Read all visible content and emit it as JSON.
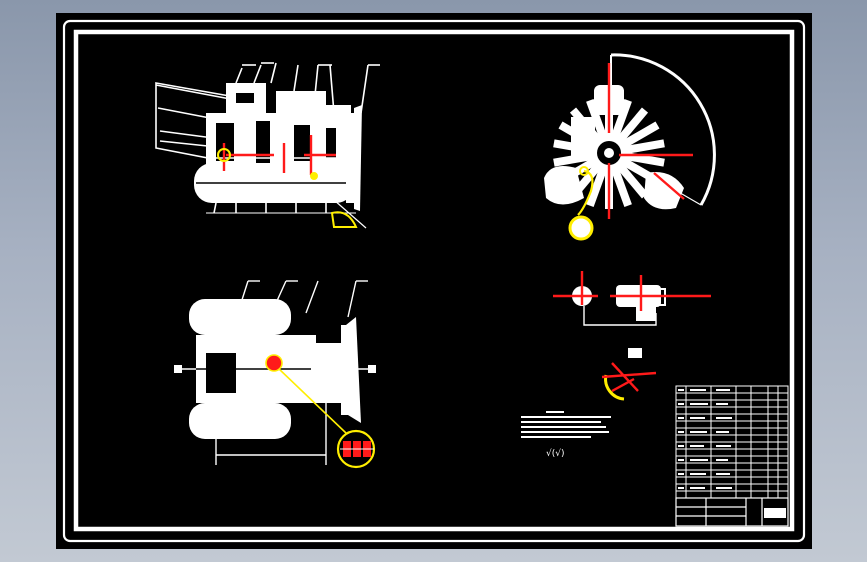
{
  "colors": {
    "background": "#000000",
    "line": "#ffffff",
    "center_line": "#ff1a1a",
    "highlight": "#ffee00",
    "viewport": "#a7b1c2"
  },
  "drawing": {
    "views": [
      "top-section-view",
      "bottom-plan-view",
      "side-view",
      "detail-view",
      "small-detail-view"
    ],
    "has_parts_table": true,
    "has_title_block": true,
    "roughness_symbol": "√(√)"
  }
}
